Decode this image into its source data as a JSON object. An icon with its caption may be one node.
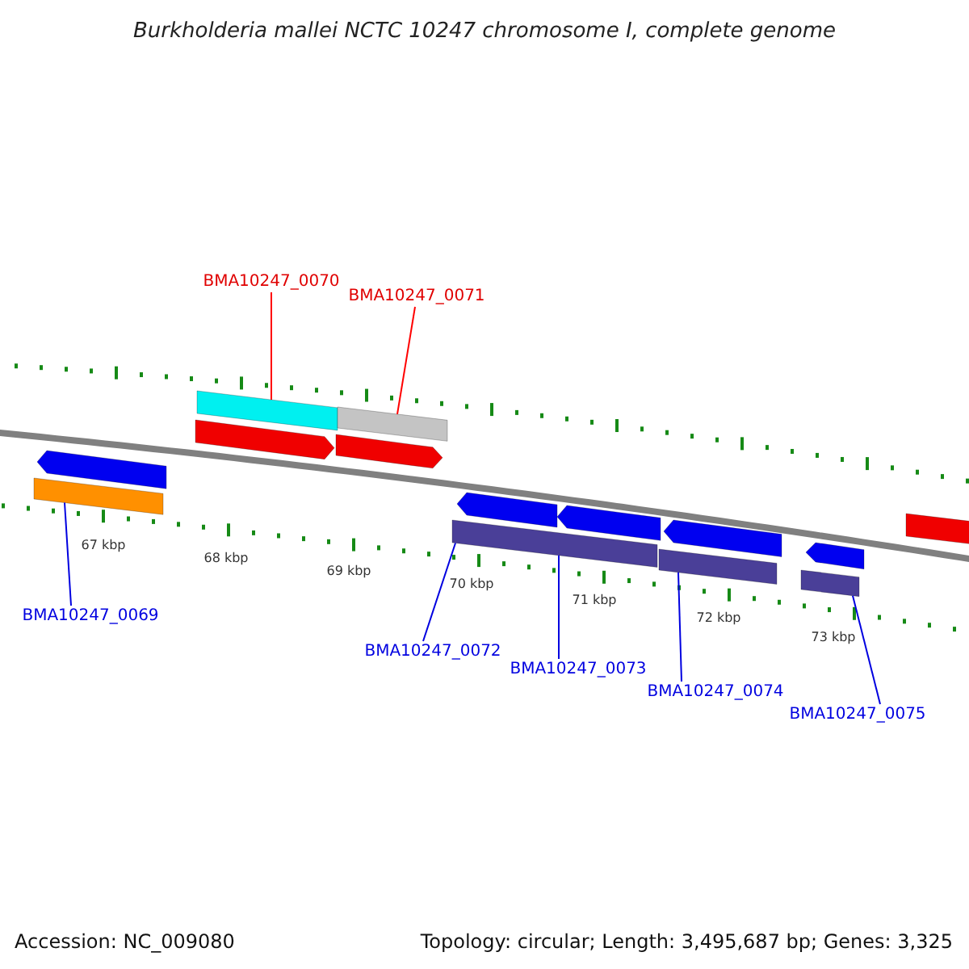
{
  "diagram": {
    "title": "Burkholderia mallei NCTC 10247 chromosome I, complete genome",
    "nodes": [
      {
        "text": [
          "BMA10247_0070"
        ]
      },
      {
        "text": [
          "BMA10247_0071"
        ]
      },
      {
        "text": [
          "BMA10247_0069"
        ]
      },
      {
        "text": [
          "BMA10247_0072"
        ]
      },
      {
        "text": [
          "BMA10247_0073"
        ]
      },
      {
        "text": [
          "BMA10247_0074"
        ]
      },
      {
        "text": [
          "BMA10247_0075"
        ]
      },
      {
        "text": [],
        "shape": "bar"
      },
      {
        "text": [],
        "shape": "bar"
      },
      {
        "text": [],
        "shape": "bar"
      },
      {
        "text": [],
        "shape": "bar"
      },
      {
        "text": [],
        "shape": "bar"
      },
      {
        "text": [],
        "shape": "bar"
      }
    ],
    "edges": [
      {
        "from": 0,
        "to": 7,
        "arrow": "none",
        "color": "#ff0000"
      },
      {
        "from": 1,
        "to": 8,
        "arrow": "none",
        "color": "#ff0000"
      },
      {
        "from": 2,
        "to": 9,
        "arrow": "none"
      },
      {
        "from": 3,
        "to": 10,
        "arrow": "none"
      },
      {
        "from": 4,
        "to": 10,
        "arrow": "none"
      },
      {
        "from": 5,
        "to": 11,
        "arrow": "none"
      },
      {
        "from": 6,
        "to": 12,
        "arrow": "none"
      }
    ],
    "labels": [
      "67 kbp",
      "68 kbp",
      "69 kbp",
      "70 kbp",
      "71 kbp",
      "72 kbp",
      "73 kbp",
      "Accession: NC_009080",
      "Topology: circular; Length: 3,495,687 bp; Genes: 3,325"
    ]
  }
}
